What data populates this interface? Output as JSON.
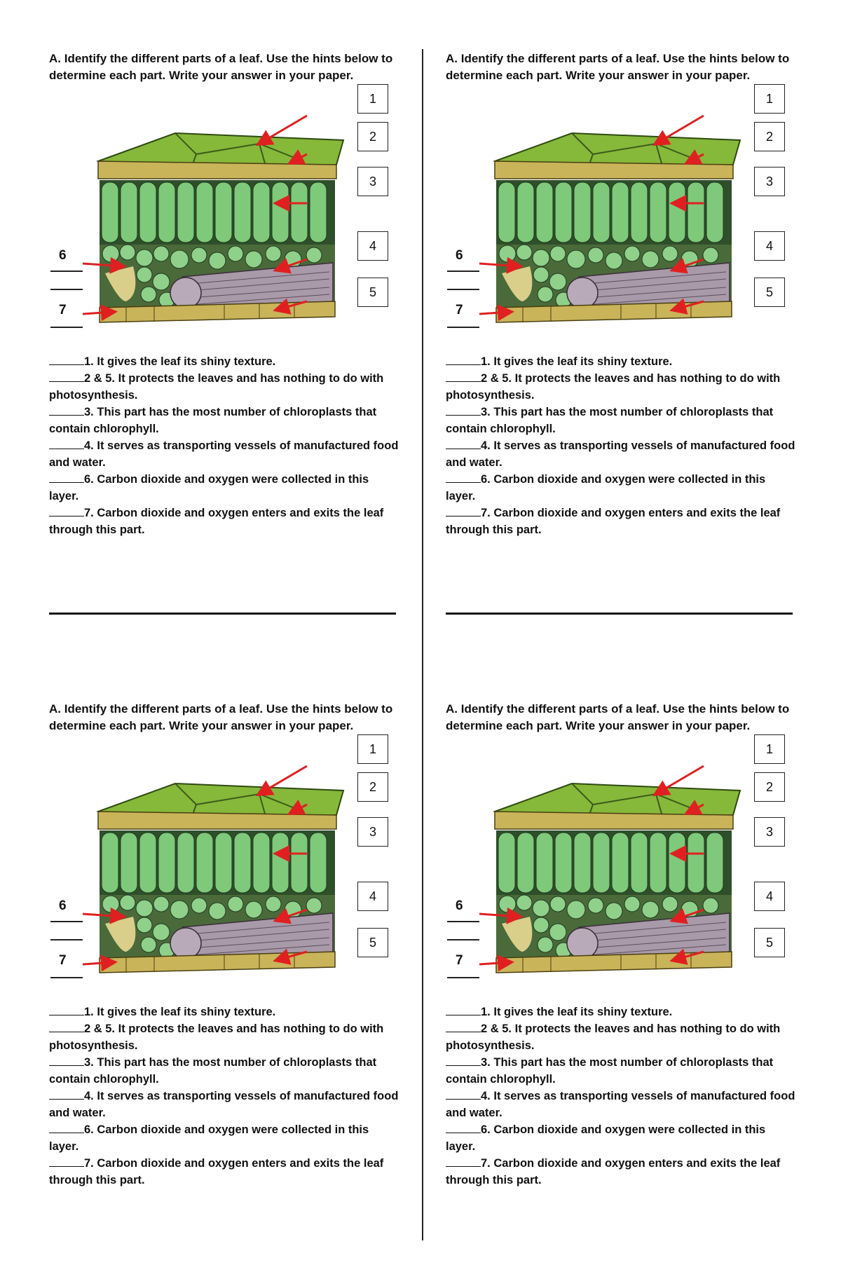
{
  "worksheet": {
    "title": "A. Identify the different parts of a leaf. Use the hints below to determine each part. Write your answer in your paper.",
    "box_labels": [
      "1",
      "2",
      "3",
      "4",
      "5"
    ],
    "side_labels": [
      "6",
      "7"
    ],
    "clues": [
      {
        "number": "1.",
        "text": "It gives the leaf its shiny texture."
      },
      {
        "number": "2 & 5.",
        "text": "It protects the leaves and has nothing to do with photosynthesis."
      },
      {
        "number": "3.",
        "text": "This part has the most number of chloroplasts that contain chlorophyll."
      },
      {
        "number": "4.",
        "text": "It serves as transporting vessels of manufactured food and water."
      },
      {
        "number": "6.",
        "text": "Carbon dioxide and oxygen were collected in this layer."
      },
      {
        "number": "7.",
        "text": "Carbon dioxide and oxygen enters and exits the leaf through this part."
      }
    ]
  },
  "colors": {
    "cuticle_green": "#86b83a",
    "epidermis_tan": "#c9b45a",
    "palisade_green": "#7fc97a",
    "spongy_green": "#8fd08a",
    "vein_gray": "#a89aa8",
    "air_space": "#d9cf8a",
    "arrow_red": "#e02020"
  }
}
